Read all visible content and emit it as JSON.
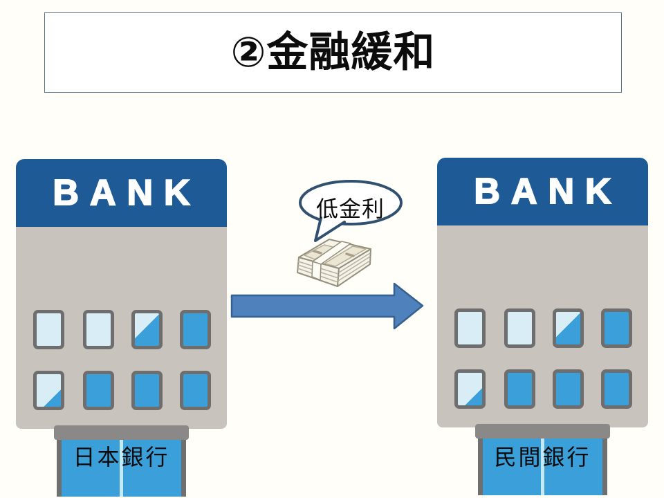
{
  "slide": {
    "title": "②金融緩和"
  },
  "buildings": {
    "left": {
      "sign": "BANK",
      "label": "日本銀行"
    },
    "right": {
      "sign": "BANK",
      "label": "民間銀行"
    }
  },
  "flow": {
    "bubble_label": "低金利",
    "money_icon": "banknote-stack-icon",
    "arrow_icon": "right-arrow-icon"
  },
  "colors": {
    "sign_blue": "#1e5a96",
    "building_gray": "#c9c3be",
    "window_blue": "#3b9fd9",
    "window_light": "#d9edf7",
    "window_border": "#6e6e6e",
    "lintel_gray": "#8b8987",
    "arrow_fill": "#4f81bd",
    "arrow_border": "#36608e",
    "bubble_outline": "#31506f",
    "title_border": "#54707e",
    "text_black": "#0c0c0c"
  }
}
